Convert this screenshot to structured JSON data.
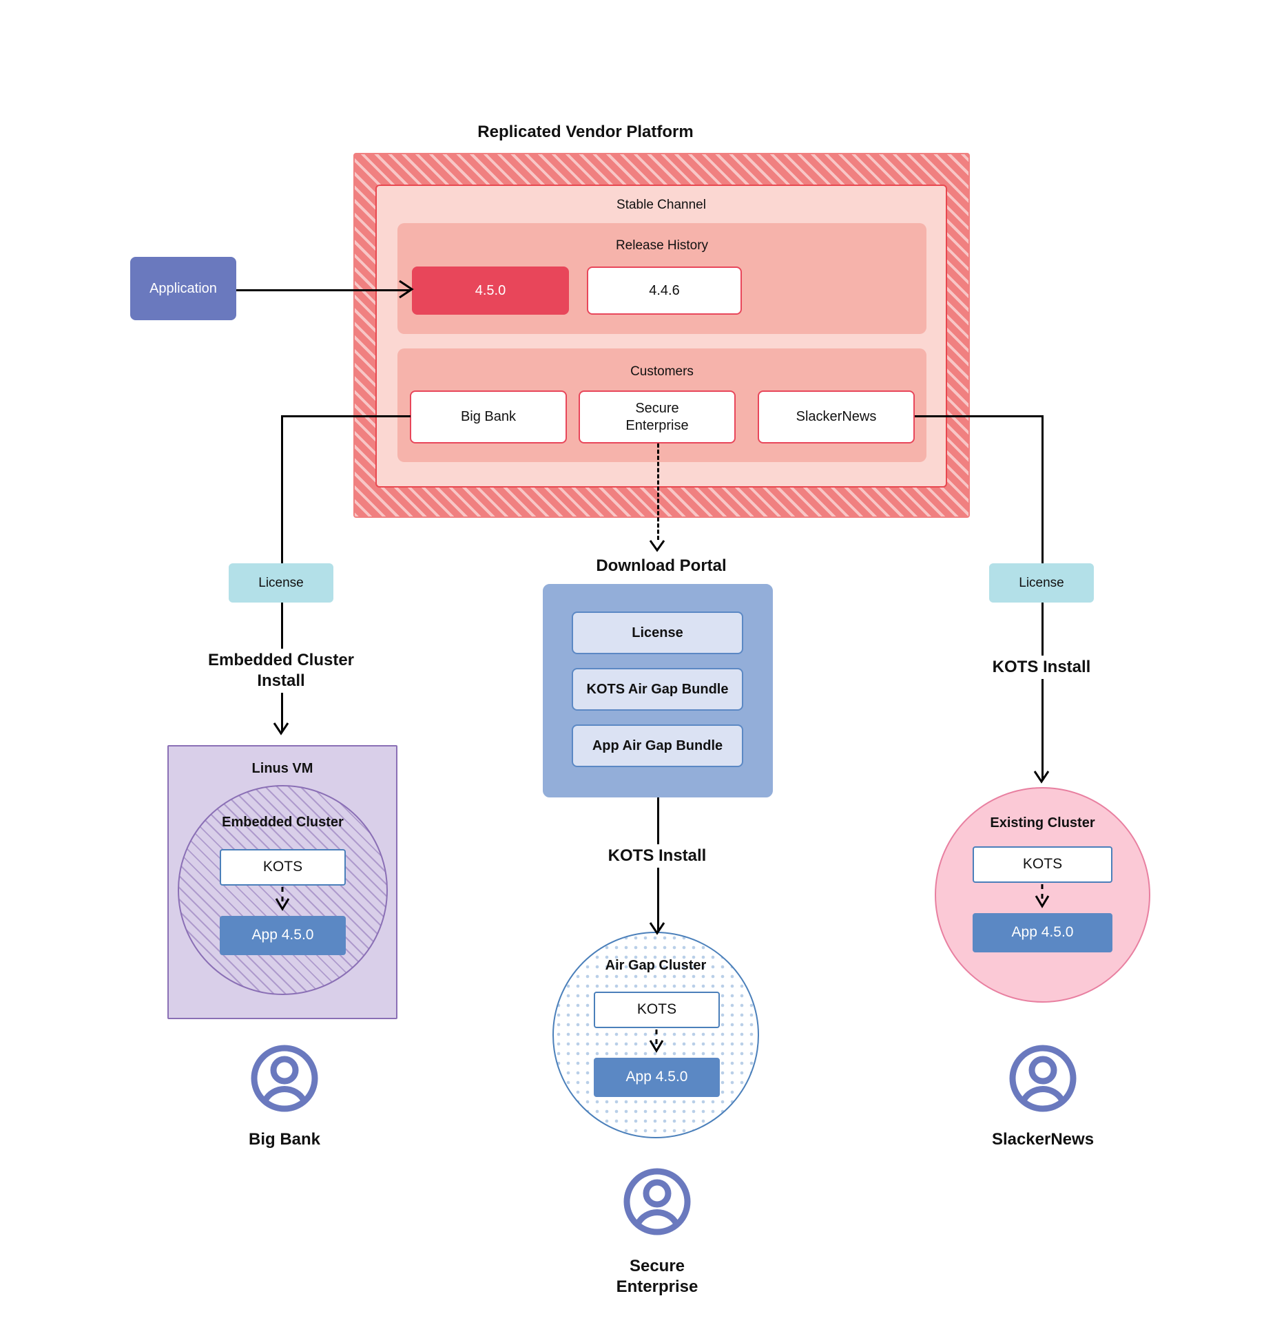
{
  "diagram": {
    "title": "Replicated Vendor Platform"
  },
  "application": {
    "label": "Application"
  },
  "stable_channel": {
    "title": "Stable Channel",
    "release_history": {
      "title": "Release History",
      "releases": [
        {
          "version": "4.5.0",
          "state": "current"
        },
        {
          "version": "4.4.6",
          "state": "past"
        }
      ]
    },
    "customers": {
      "title": "Customers",
      "items": [
        {
          "name": "Big Bank"
        },
        {
          "name": "Secure\nEnterprise"
        },
        {
          "name": "SlackerNews"
        }
      ]
    }
  },
  "left_branch": {
    "license_label": "License",
    "install_label": "Embedded Cluster\nInstall",
    "vm_title": "Linus VM",
    "cluster_title": "Embedded Cluster",
    "kots_label": "KOTS",
    "app_label": "App 4.5.0",
    "persona": "Big Bank",
    "persona_icon": "user-avatar-icon"
  },
  "middle_branch": {
    "portal_title": "Download  Portal",
    "portal_items": [
      {
        "label": "License"
      },
      {
        "label": "KOTS Air Gap Bundle"
      },
      {
        "label": "App Air Gap Bundle"
      }
    ],
    "install_label": "KOTS Install",
    "cluster_title": "Air Gap Cluster",
    "kots_label": "KOTS",
    "app_label": "App 4.5.0",
    "persona": "Secure\nEnterprise",
    "persona_icon": "user-avatar-icon"
  },
  "right_branch": {
    "license_label": "License",
    "install_label": "KOTS Install",
    "cluster_title": "Existing Cluster",
    "kots_label": "KOTS",
    "app_label": "App 4.5.0",
    "persona": "SlackerNews",
    "persona_icon": "user-avatar-icon"
  },
  "colors": {
    "vendor_platform_hatch": "#f08080",
    "stable_channel_bg": "#fbd7d2",
    "inner_panel_bg": "#f6b3ab",
    "release_current": "#e8465a",
    "application_bg": "#6a79be",
    "license_bg": "#b3e0e8",
    "portal_bg": "#93aed9",
    "portal_item_bg": "#dbe2f3",
    "app_box_bg": "#5b88c4",
    "linux_vm_bg": "#d9cfe9",
    "embedded_border": "#8a6fb5",
    "airgap_border": "#4a7fba",
    "existing_cluster_bg": "#fbc9d6",
    "avatar": "#6a79be"
  }
}
